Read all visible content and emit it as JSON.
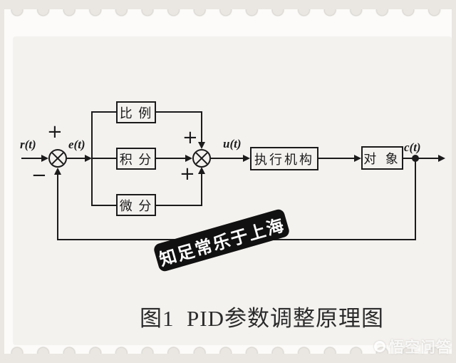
{
  "diagram": {
    "signals": {
      "input": "r(t)",
      "error": "e(t)",
      "control": "u(t)",
      "output": "c(t)"
    },
    "summing_junctions": {
      "sum1": {
        "top_sign": "+",
        "bottom_sign": "−"
      },
      "sum2": {
        "top_sign": "+",
        "bottom_sign": "+"
      }
    },
    "blocks": {
      "proportional": "比 例",
      "integral": "积 分",
      "derivative": "微 分",
      "actuator": "执行机构",
      "plant": "对 象"
    }
  },
  "caption": "图1  PID参数调整原理图",
  "watermarks": {
    "banner": "知足常乐于上海",
    "corner": "悟空问答"
  },
  "colors": {
    "outer_background": "#eae7e3",
    "stamp_paper": "#fcfbf9",
    "panel_background": "#f4f2ef",
    "line": "#1b1b1b",
    "banner_background": "#111111",
    "banner_text": "#ffffff"
  }
}
